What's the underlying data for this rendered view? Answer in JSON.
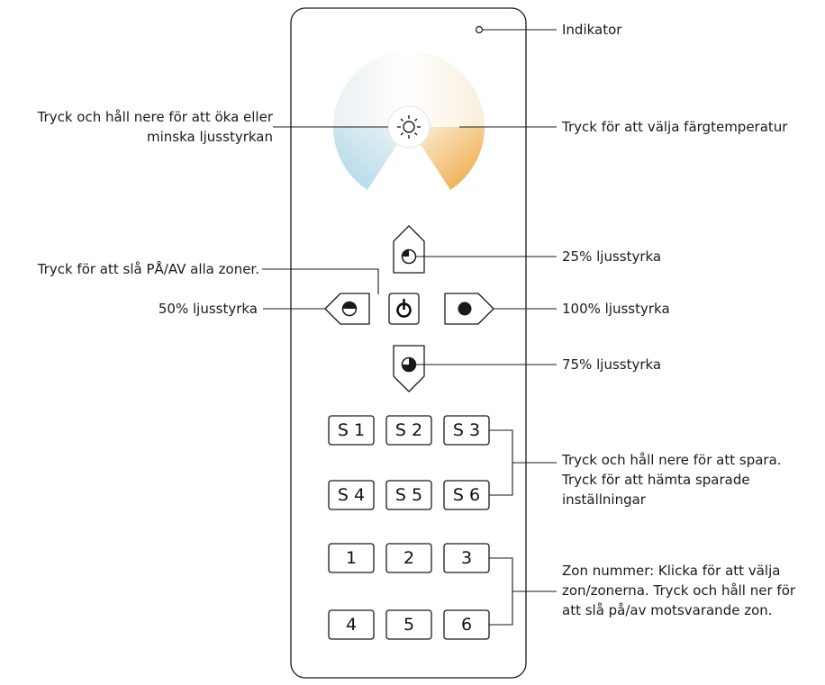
{
  "callouts": {
    "indicator": "Indikator",
    "brightness_hold": [
      "Tryck och håll nere för att öka eller",
      "minska ljusstyrkan"
    ],
    "color_temp": "Tryck för att välja färgtemperatur",
    "all_zones": "Tryck för att slå PÅ/AV alla zoner.",
    "b25": "25% ljusstyrka",
    "b50": "50% ljusstyrka",
    "b100": "100% ljusstyrka",
    "b75": "75% ljusstyrka",
    "scenes": [
      "Tryck och håll nere för att spara.",
      "Tryck för att hämta sparade",
      "inställningar"
    ],
    "zones": [
      "Zon nummer: Klicka för att välja",
      "zon/zonerna. Tryck och håll ner för",
      "att slå på/av motsvarande zon."
    ]
  },
  "scene_buttons": [
    "S 1",
    "S 2",
    "S 3",
    "S 4",
    "S 5",
    "S 6"
  ],
  "zone_buttons": [
    "1",
    "2",
    "3",
    "4",
    "5",
    "6"
  ],
  "icons": {
    "center": "sun-icon",
    "power": "power-icon",
    "b25": "quarter-circle-icon",
    "b50": "half-circle-icon",
    "b75": "three-quarter-circle-icon",
    "b100": "full-circle-icon"
  },
  "colors": {
    "warm": "#EDA43A",
    "cool": "#A9D6E8",
    "neutral": "#FFFFFF",
    "outline": "#1A1A1A"
  }
}
